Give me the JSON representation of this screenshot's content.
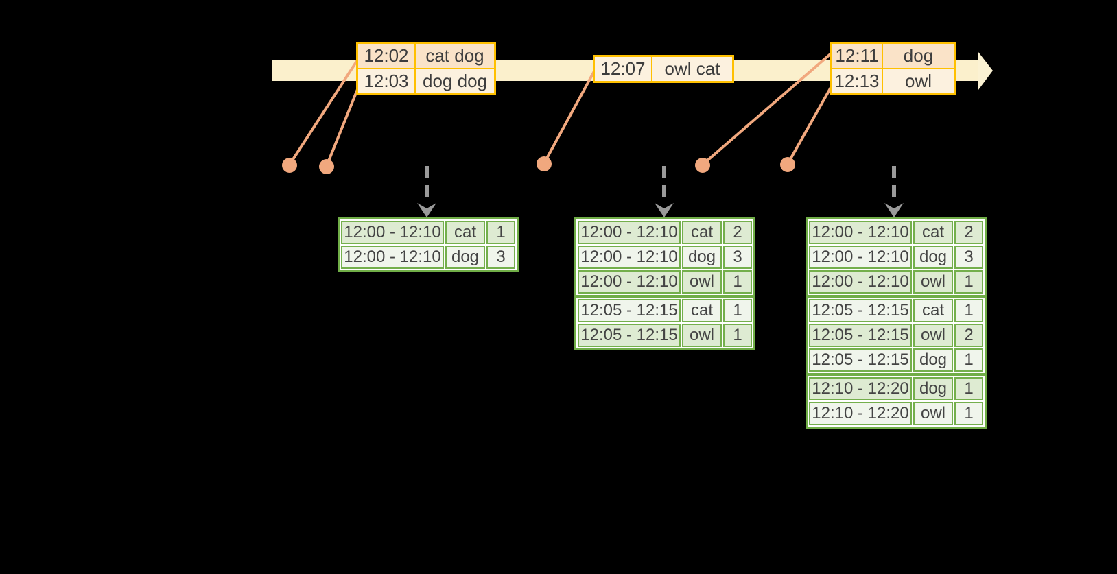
{
  "diagram_title": "windowed-grouped-aggregation-streaming",
  "colors": {
    "background": "#000000",
    "timeline_fill": "#FBF0CC",
    "event_table_border": "#FFC000",
    "event_row_highlight_fill": "#FAE3C8",
    "event_row_normal_fill": "#FCF1DF",
    "connector_salmon": "#F1A87E",
    "trigger_arrow_gray": "#9A9A9A",
    "result_table_border": "#70AD47",
    "result_row_dark_fill": "#DEEBD2",
    "result_row_light_fill": "#F0F5EC",
    "text": "#3f3f3f"
  },
  "event_tables": [
    {
      "rows": [
        {
          "time": "12:02",
          "words": "cat dog"
        },
        {
          "time": "12:03",
          "words": "dog dog"
        }
      ]
    },
    {
      "rows": [
        {
          "time": "12:07",
          "words": "owl cat"
        }
      ]
    },
    {
      "rows": [
        {
          "time": "12:11",
          "words": "dog"
        },
        {
          "time": "12:13",
          "words": "owl"
        }
      ]
    }
  ],
  "result_tables": [
    {
      "rows": [
        {
          "window": "12:00 - 12:10",
          "word": "cat",
          "count": "1"
        },
        {
          "window": "12:00 - 12:10",
          "word": "dog",
          "count": "3"
        }
      ]
    },
    {
      "rows": [
        {
          "window": "12:00 - 12:10",
          "word": "cat",
          "count": "2"
        },
        {
          "window": "12:00 - 12:10",
          "word": "dog",
          "count": "3"
        },
        {
          "window": "12:00 - 12:10",
          "word": "owl",
          "count": "1"
        },
        {
          "window": "12:05 - 12:15",
          "word": "cat",
          "count": "1"
        },
        {
          "window": "12:05 - 12:15",
          "word": "owl",
          "count": "1"
        }
      ]
    },
    {
      "rows": [
        {
          "window": "12:00 - 12:10",
          "word": "cat",
          "count": "2"
        },
        {
          "window": "12:00 - 12:10",
          "word": "dog",
          "count": "3"
        },
        {
          "window": "12:00 - 12:10",
          "word": "owl",
          "count": "1"
        },
        {
          "window": "12:05 - 12:15",
          "word": "cat",
          "count": "1"
        },
        {
          "window": "12:05 - 12:15",
          "word": "owl",
          "count": "2"
        },
        {
          "window": "12:05 - 12:15",
          "word": "dog",
          "count": "1"
        },
        {
          "window": "12:10 - 12:20",
          "word": "dog",
          "count": "1"
        },
        {
          "window": "12:10 - 12:20",
          "word": "owl",
          "count": "1"
        }
      ]
    }
  ]
}
